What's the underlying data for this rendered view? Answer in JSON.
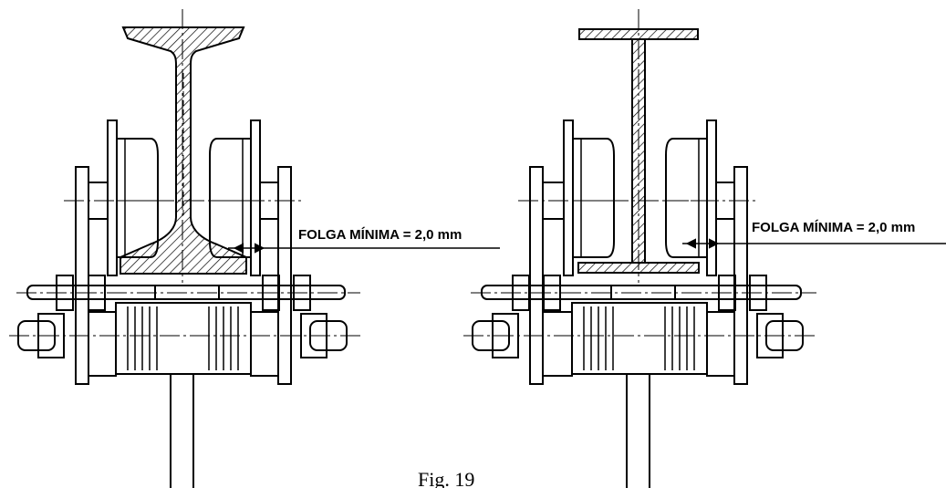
{
  "annotations": {
    "left_clearance": "FOLGA MÍNIMA = 2,0 mm",
    "right_clearance": "FOLGA MÍNIMA = 2,0 mm"
  },
  "caption": "Fig. 19"
}
